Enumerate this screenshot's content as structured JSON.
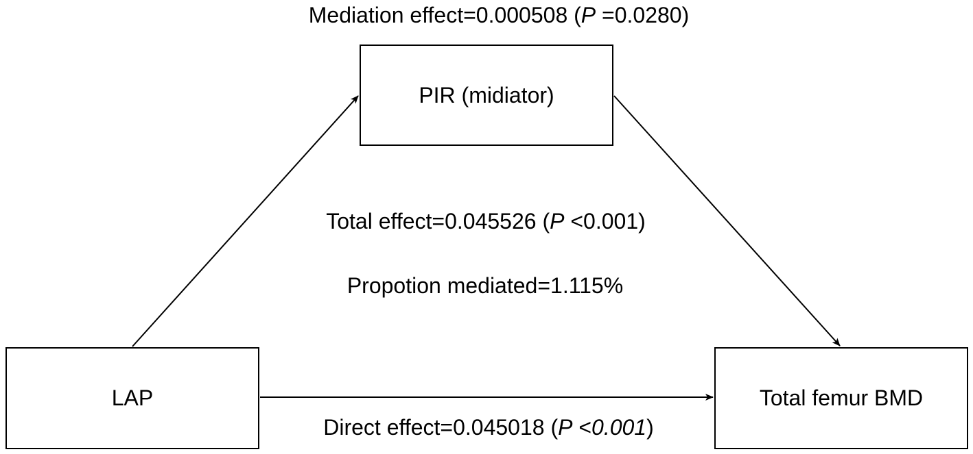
{
  "nodes": {
    "mediator": "PIR (midiator)",
    "exposure": "LAP",
    "outcome": "Total femur BMD"
  },
  "effects": {
    "mediation": {
      "label": "Mediation effect=0.000508 (",
      "p_symbol": "P",
      "p_value": " =0.0280)"
    },
    "total": {
      "label": "Total effect=0.045526 (",
      "p_symbol": "P",
      "p_value": " <0.001)"
    },
    "proportion": {
      "label": "Propotion mediated=1.115%"
    },
    "direct": {
      "label": "Direct effect=0.045018 (",
      "p_symbol": "P",
      "p_op": " <",
      "p_value": "0.001",
      "close": ")"
    }
  },
  "colors": {
    "line": "#000000",
    "box_border": "#000000",
    "background": "#ffffff"
  }
}
